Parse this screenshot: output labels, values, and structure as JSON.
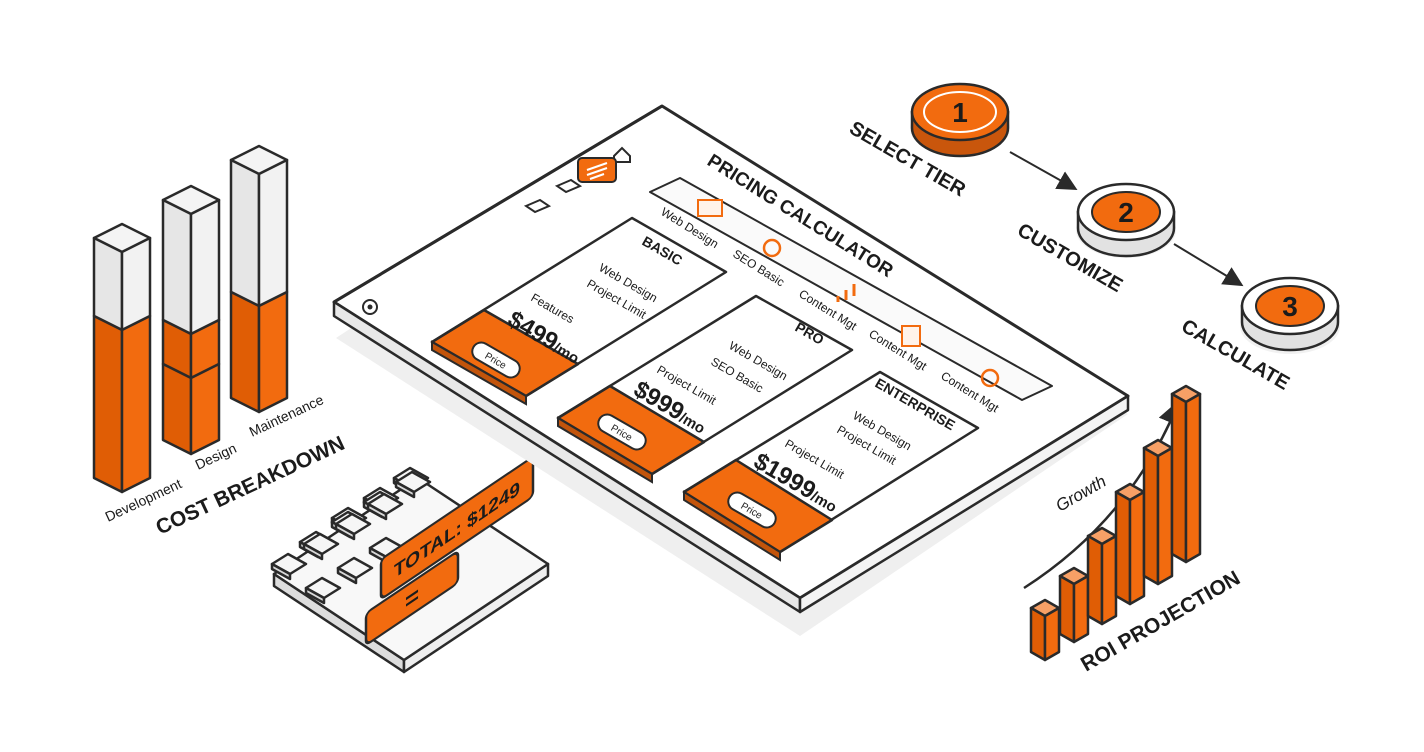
{
  "colors": {
    "accent": "#f26b0f",
    "outline": "#2a2a2a",
    "light": "#ececec",
    "surface": "#ffffff",
    "shadow": "#eeeeee"
  },
  "cost_breakdown": {
    "title": "COST BREAKDOWN",
    "bars": [
      {
        "label": "Development"
      },
      {
        "label": "Design"
      },
      {
        "label": "Maintenance"
      }
    ]
  },
  "calculator": {
    "total": "TOTAL: $1249",
    "equals": "="
  },
  "app": {
    "title": "PRICING CALCULATOR",
    "sidebar_icons": [
      "home-icon",
      "menu-icon",
      "folder-icon",
      "folder-icon",
      "settings-icon"
    ],
    "services": [
      {
        "label": "Web Design",
        "icon": "browser-icon"
      },
      {
        "label": "SEO Basic",
        "icon": "magnifier-icon"
      },
      {
        "label": "Content Mgt",
        "icon": "bar-chart-icon"
      },
      {
        "label": "Content Mgt",
        "icon": "document-icon"
      },
      {
        "label": "Content Mgt",
        "icon": "gear-icon"
      }
    ],
    "tiers": [
      {
        "name": "BASIC",
        "features": [
          "Web Design",
          "Project Limit"
        ],
        "extra": "Features",
        "price": "$499",
        "per": "/mo",
        "button": "Price"
      },
      {
        "name": "PRO",
        "features": [
          "Web Design",
          "SEO Basic"
        ],
        "extra": "Project Limit",
        "price": "$999",
        "per": "/mo",
        "button": "Price"
      },
      {
        "name": "ENTERPRISE",
        "features": [
          "Web Design",
          "Project Limit"
        ],
        "extra": "Project Limit",
        "price": "$1999",
        "per": "/mo",
        "button": "Price"
      }
    ]
  },
  "steps": [
    {
      "number": "1",
      "label": "SELECT TIER"
    },
    {
      "number": "2",
      "label": "CUSTOMIZE"
    },
    {
      "number": "3",
      "label": "CALCULATE"
    }
  ],
  "roi": {
    "title": "ROI PROJECTION",
    "growth_label": "Growth"
  }
}
